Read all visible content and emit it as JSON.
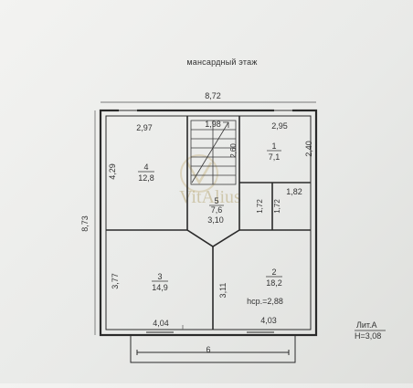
{
  "plan": {
    "title": "мансардный этаж",
    "overall_width": "8,72",
    "overall_depth": "8,73",
    "bottom_width": "6",
    "stamp_lit": "Лит.А",
    "stamp_height": "H=3,08",
    "ceiling_height": "hср.=2,88",
    "watermark": "VitAlius",
    "rooms": [
      {
        "number": "1",
        "area": "7,1"
      },
      {
        "number": "2",
        "area": "18,2"
      },
      {
        "number": "3",
        "area": "14,9"
      },
      {
        "number": "4",
        "area": "12,8"
      },
      {
        "number": "5",
        "area": "7,6"
      }
    ],
    "dims": {
      "room4_width": "2,97",
      "stair_width": "1,98",
      "room1_width": "2,95",
      "stair_len": "2,60",
      "room1_depth": "2,40",
      "room4_depth": "4,29",
      "niche_width": "1,82",
      "hall_left": "1,72",
      "hall_right": "1,72",
      "hall_width": "3,10",
      "room3_depth": "3,77",
      "room2_depth": "3,11",
      "room3_width": "4,04",
      "room2_width": "4,03"
    }
  }
}
